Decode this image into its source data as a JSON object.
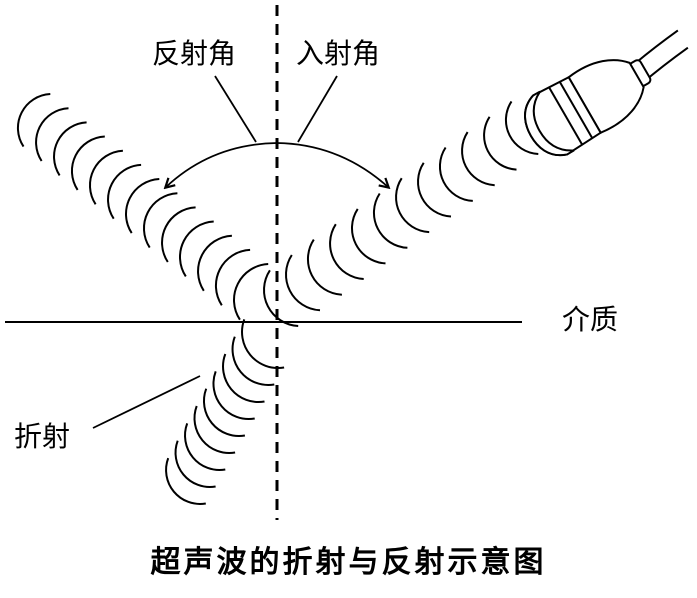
{
  "labels": {
    "reflection_angle": "反射角",
    "incidence_angle": "入射角",
    "medium": "介质",
    "refraction": "折射"
  },
  "caption": "超声波的折射与反射示意图",
  "icons": {
    "probe": "ultrasound-probe-icon"
  },
  "colors": {
    "ink": "#000000",
    "background": "#ffffff"
  }
}
